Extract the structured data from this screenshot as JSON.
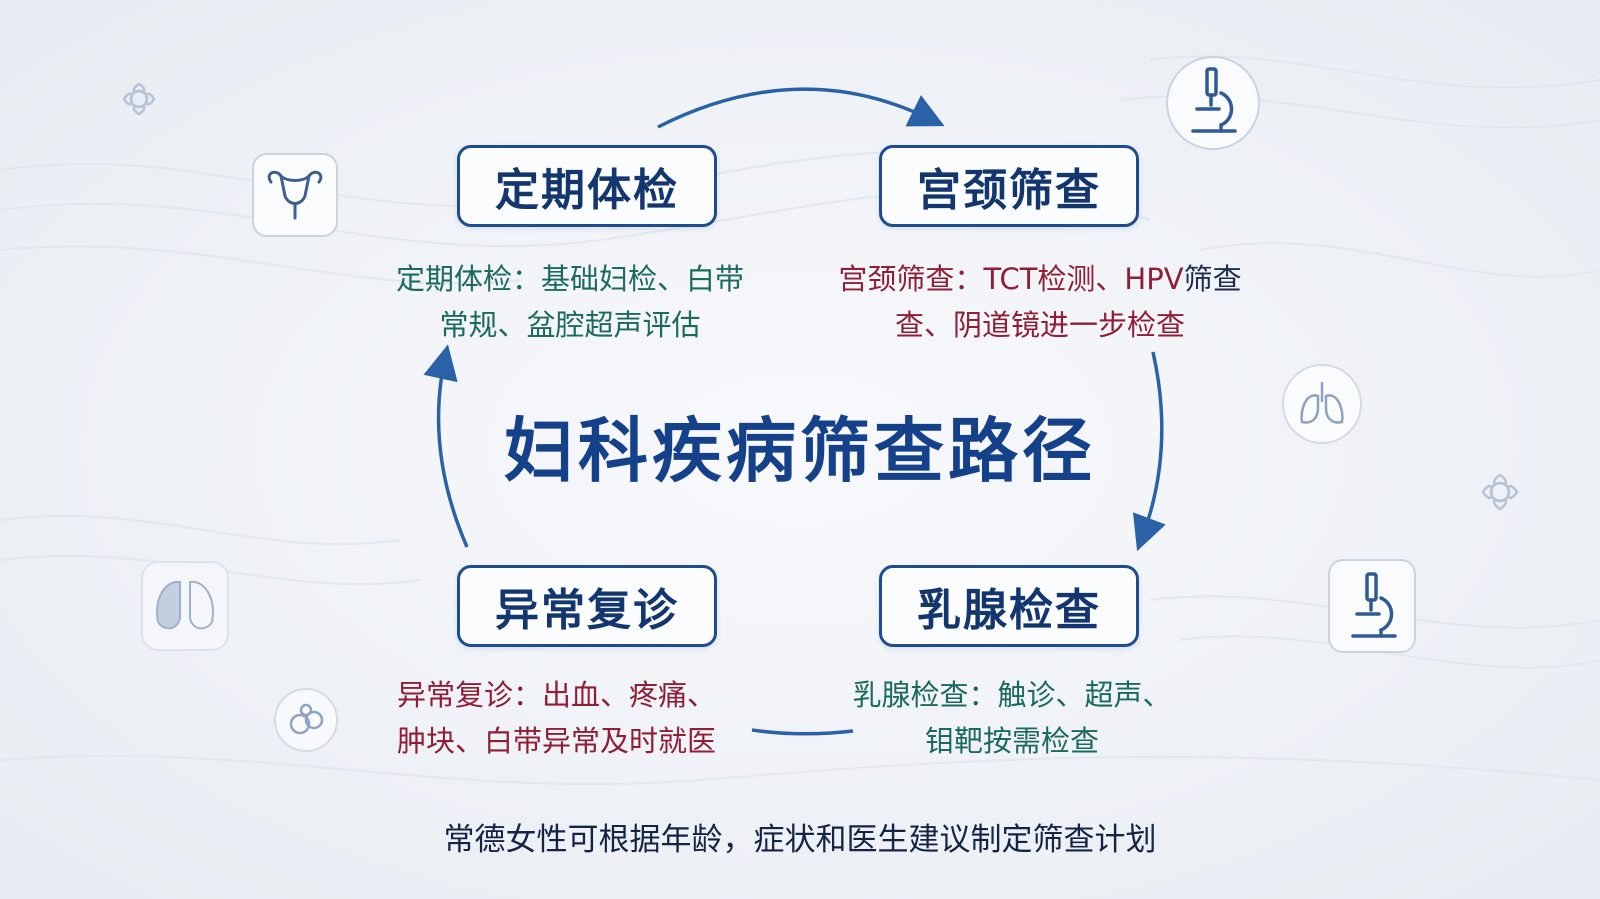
{
  "title": "妇科疾病筛查路径",
  "steps": [
    {
      "title": "定期体检",
      "desc_label": "定期体检：",
      "desc_line1": "基础妇检、白带",
      "desc_line2": "常规、盆腔超声评估"
    },
    {
      "title": "宫颈筛查",
      "desc_label": "宫颈筛查：",
      "desc_line1a": "TCT检测、HPV",
      "desc_line1b": "筛查",
      "desc_line2": "查、阴道镜进一步检查"
    },
    {
      "title": "乳腺检查",
      "desc_label": "乳腺检查：",
      "desc_line1": "触诊、超声、",
      "desc_line2": "钼靶按需检查"
    },
    {
      "title": "异常复诊",
      "desc_label": "异常复诊：",
      "desc_line1": "出血、疼痛、",
      "desc_line2": "肿块、白带异常及时就医"
    }
  ],
  "footer": "常德女性可根据年龄，症状和医生建议制定筛查计划",
  "colors": {
    "primary": "#1e4d8e",
    "arrow": "#2a62a8",
    "green_text": "#1c6a5d",
    "red_text": "#8e1f35"
  },
  "icons": [
    "uterus-icon",
    "microscope-icon",
    "lungs-icon",
    "flower-icon",
    "kidney-icon",
    "cells-icon"
  ]
}
